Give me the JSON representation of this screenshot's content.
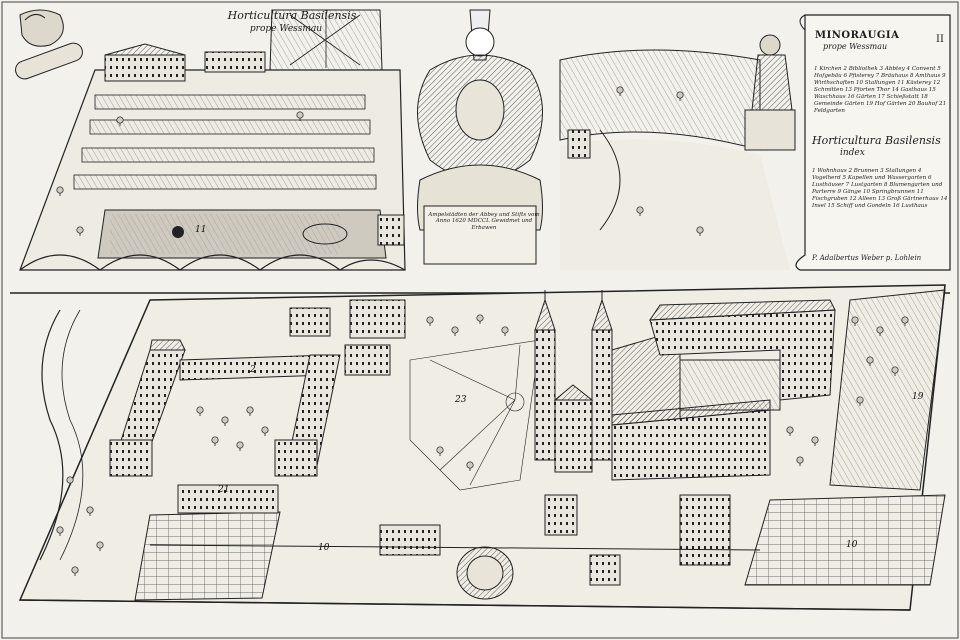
{
  "engraving": {
    "title_top_left": "Horticultura Basilensis",
    "subtitle_top_left": "prope Wessmau",
    "title_right": "MINORAUGIA",
    "subtitle_right": "prope Wessmau",
    "page_number": "II",
    "title_right_2": "Horticultura Basilensis",
    "subtitle_right_2": "index",
    "legend_minoraugia": "1 Kirchen 2 Bibliothek 3 Abbtey 4 Convent 5 Hofgebäu 6 Pfisterey 7 Bräuhaus 8 Amthaus 9 Wirthschaften 10 Stallungen 11 Kästerey 12 Schmitten 13 Pforten Thor 14 Gasthaus 15 Waschhaus 16 Gärten 17 Schießstatt 18 Gemeinde Gärten 19 Hof Gärten 20 Bauhof 21 Feldgarten",
    "legend_horticultura": "1 Wohnhaus 2 Brunnen 3 Stallungen 4 Vogelherd 5 Kapellen und Wassergarten 6 Lusthäuser 7 Lustgarten 8 Blumengarten und Parterre 9 Gänge 10 Springbrunnen 11 Fischgruben 12 Alleen 13 Groß Gärtnerhaus 14 Insel 15 Schiff und Gondeln 16 Lusthaus",
    "signature": "P. Adalbertus Weber p. Lohlein",
    "cartouche_text": "Ampelstädten der Abbey und Stifts vom Anno 1620 MDCCL Gewidmet und Erbawen",
    "marker_numbers": [
      "11",
      "23",
      "21",
      "10",
      "19",
      "10",
      "2"
    ]
  }
}
